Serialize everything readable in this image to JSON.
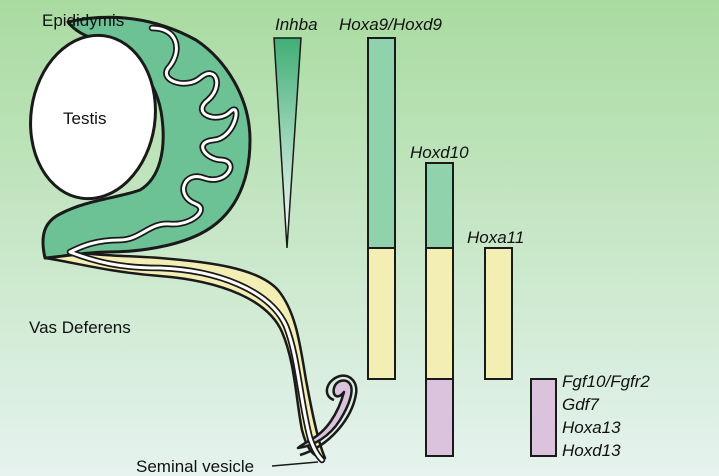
{
  "colors": {
    "background_top": "#a9dba0",
    "background_bottom": "#e6f3ef",
    "epididymis_fill": "#6cc294",
    "vas_fill": "#f3efb4",
    "seminal_fill": "#dcc3dd",
    "testis_fill": "#ffffff",
    "outline": "#1a1a1a",
    "bar_green": "#8fd2ac",
    "bar_yellow": "#f3efb4",
    "bar_purple": "#dcc3dd",
    "wedge_top": "#3fae76"
  },
  "anatomy_labels": {
    "epididymis": "Epididymis",
    "testis": "Testis",
    "vas_deferens": "Vas Deferens",
    "seminal_vesicle": "Seminal vesicle"
  },
  "gene_labels": {
    "inhba": "Inhba",
    "hoxa9_hoxd9": "Hoxa9/Hoxd9",
    "hoxd10": "Hoxd10",
    "hoxa11": "Hoxa11",
    "fgf10_fgfr2": "Fgf10/Fgfr2",
    "gdf7": "Gdf7",
    "hoxa13": "Hoxa13",
    "hoxd13": "Hoxd13"
  },
  "expression_bars": [
    {
      "gene": "Hoxa9/Hoxd9",
      "segments": [
        "epididymis",
        "vas_deferens"
      ]
    },
    {
      "gene": "Hoxd10",
      "segments": [
        "epididymis",
        "vas_deferens",
        "seminal_vesicle"
      ]
    },
    {
      "gene": "Hoxa11",
      "segments": [
        "vas_deferens"
      ]
    },
    {
      "gene": "Fgf10/Fgfr2, Gdf7, Hoxa13, Hoxd13",
      "segments": [
        "seminal_vesicle"
      ]
    }
  ],
  "inhba_gradient": "high in epididymis, decreasing toward vas deferens"
}
